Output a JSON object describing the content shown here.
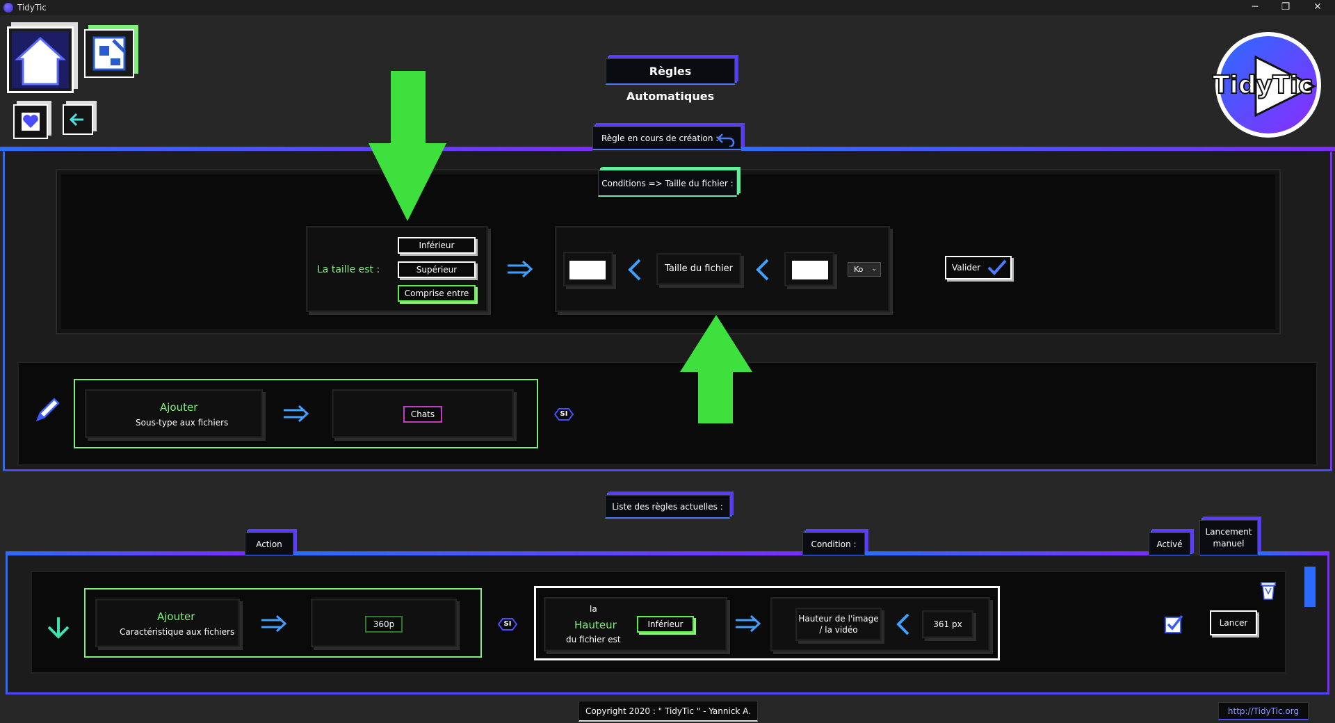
{
  "window": {
    "title": "TidyTic",
    "minimize": "─",
    "restore": "❐",
    "close": "✕"
  },
  "nav": {
    "home_icon": "home-icon",
    "edit_icon": "edit-rules-icon",
    "heart_icon": "heart-icon",
    "back_icon": "back-arrow-icon"
  },
  "logo": {
    "text": "TidyTic"
  },
  "header": {
    "title": "Règles Automatiques"
  },
  "creation": {
    "label": "Règle en cours de création :",
    "condition_title": "Conditions => Taille du fichier :",
    "size_label": "La taille est :",
    "options": [
      "Inférieur",
      "Supérieur",
      "Comprise entre"
    ],
    "selected_option": "Comprise entre",
    "min_value": "",
    "max_value": "",
    "field_label": "Taille du fichier",
    "unit": "Ko",
    "validate": "Valider",
    "action_title": "Ajouter",
    "action_subtitle": "Sous-type aux fichiers",
    "action_value": "Chats",
    "si_label": "SI"
  },
  "list": {
    "title": "Liste des règles actuelles :",
    "col_action": "Action",
    "col_condition": "Condition :",
    "col_active": "Activé",
    "col_manual": "Lancement manuel",
    "rules": [
      {
        "action_title": "Ajouter",
        "action_subtitle": "Caractéristique aux fichiers",
        "action_value": "360p",
        "si": "SI",
        "cond_line1": "la",
        "cond_line2": "Hauteur",
        "cond_line3": "du fichier est",
        "cond_op": "Inférieur",
        "cond_field": "Hauteur de l'image / la vidéo",
        "cond_value": "361 px",
        "active": true,
        "launch": "Lancer"
      }
    ]
  },
  "footer": {
    "copyright": "Copyright 2020 : \" TidyTic \" - Yannick A.",
    "link": "http://TidyTic.org"
  },
  "colors": {
    "accent_blue": "#2b6cff",
    "accent_purple": "#7a2cff",
    "green": "#3ee03e",
    "bg": "#272727"
  }
}
